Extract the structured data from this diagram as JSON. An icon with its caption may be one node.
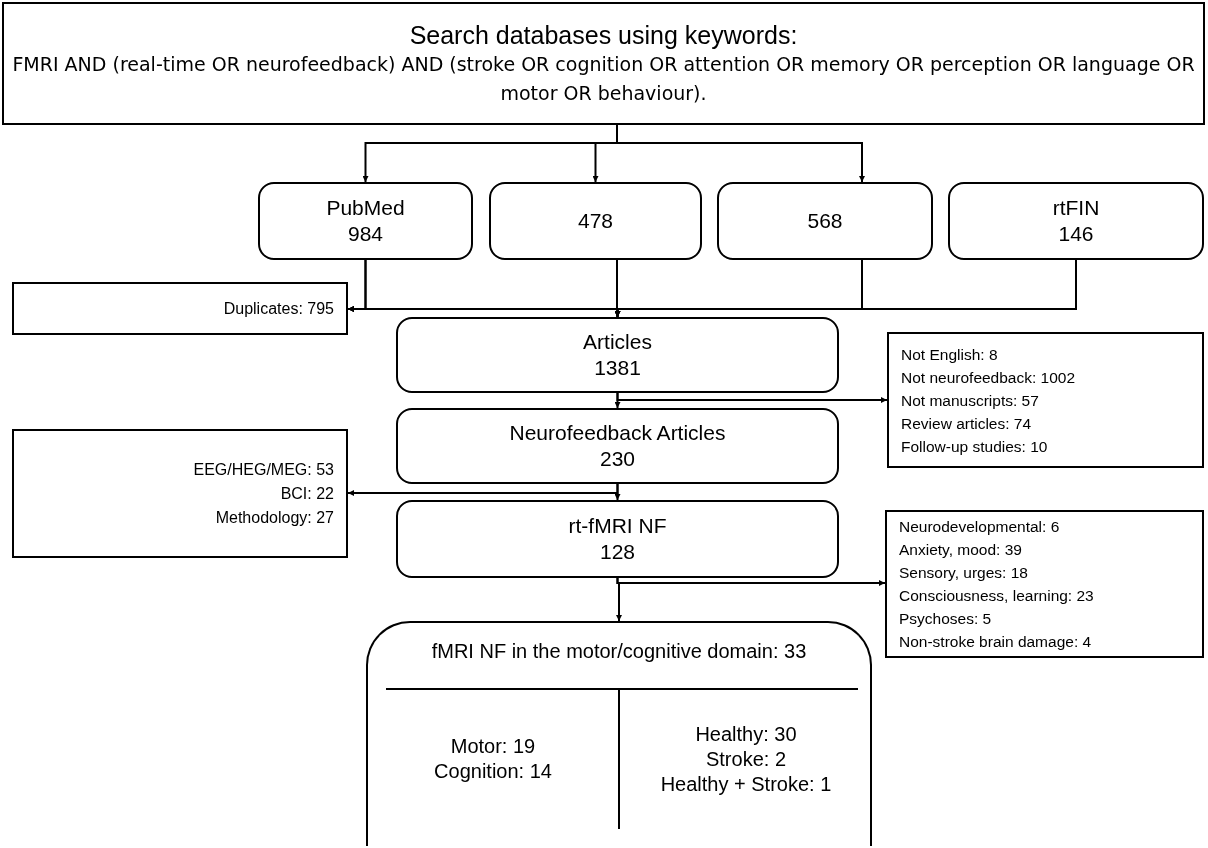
{
  "diagram": {
    "nodes": [
      {
        "text": [
          "Search databases using keywords:",
          "FMRI AND (real-time OR neurofeedback) AND (stroke OR cognition OR attention OR memory OR perception OR language OR motor OR behaviour)."
        ]
      },
      {
        "text": [
          "PubMed",
          "984"
        ]
      },
      {
        "text": [
          "478"
        ]
      },
      {
        "text": [
          "568"
        ]
      },
      {
        "text": [
          "rtFIN",
          "146"
        ]
      },
      {
        "text": [
          "Duplicates: 795"
        ]
      },
      {
        "text": [
          "Articles",
          "1381"
        ]
      },
      {
        "text": [
          "Not English: 8",
          "Not neurofeedback: 1002",
          "Not manuscripts: 57",
          "Review articles: 74",
          "Follow-up studies: 10"
        ]
      },
      {
        "text": [
          "Neurofeedback Articles",
          "230"
        ]
      },
      {
        "text": [
          "EEG/HEG/MEG: 53",
          "BCI: 22",
          "Methodology: 27"
        ]
      },
      {
        "text": [
          "rt-fMRI NF",
          "128"
        ]
      },
      {
        "text": [
          "Neurodevelopmental: 6",
          "Anxiety, mood: 39",
          "Sensory, urges: 18",
          "Consciousness, learning: 23",
          "Psychoses: 5",
          "Non-stroke brain damage: 4"
        ]
      },
      {
        "text": [
          "fMRI NF in the motor/cognitive domain: 33",
          "Motor: 19",
          "Cognition: 14",
          "Healthy: 30",
          "Stroke: 2",
          "Healthy + Stroke: 1"
        ]
      }
    ],
    "edges": [
      {
        "from": 0,
        "to": 1,
        "arrow": "to"
      },
      {
        "from": 0,
        "to": 2,
        "arrow": "to"
      },
      {
        "from": 0,
        "to": 3,
        "arrow": "to"
      },
      {
        "from": 1,
        "to": 6,
        "arrow": "to"
      },
      {
        "from": 2,
        "to": 6,
        "arrow": "to"
      },
      {
        "from": 3,
        "to": 6,
        "arrow": "to"
      },
      {
        "from": 4,
        "to": 6,
        "arrow": "to"
      },
      {
        "from": 1,
        "to": 5,
        "arrow": "to"
      },
      {
        "from": 2,
        "to": 5,
        "arrow": "to"
      },
      {
        "from": 3,
        "to": 5,
        "arrow": "to"
      },
      {
        "from": 4,
        "to": 5,
        "arrow": "to"
      },
      {
        "from": 6,
        "to": 8,
        "arrow": "to"
      },
      {
        "from": 6,
        "to": 7,
        "arrow": "to"
      },
      {
        "from": 8,
        "to": 10,
        "arrow": "to"
      },
      {
        "from": 8,
        "to": 9,
        "arrow": "to"
      },
      {
        "from": 10,
        "to": 12,
        "arrow": "to"
      },
      {
        "from": 10,
        "to": 11,
        "arrow": "to"
      }
    ]
  }
}
